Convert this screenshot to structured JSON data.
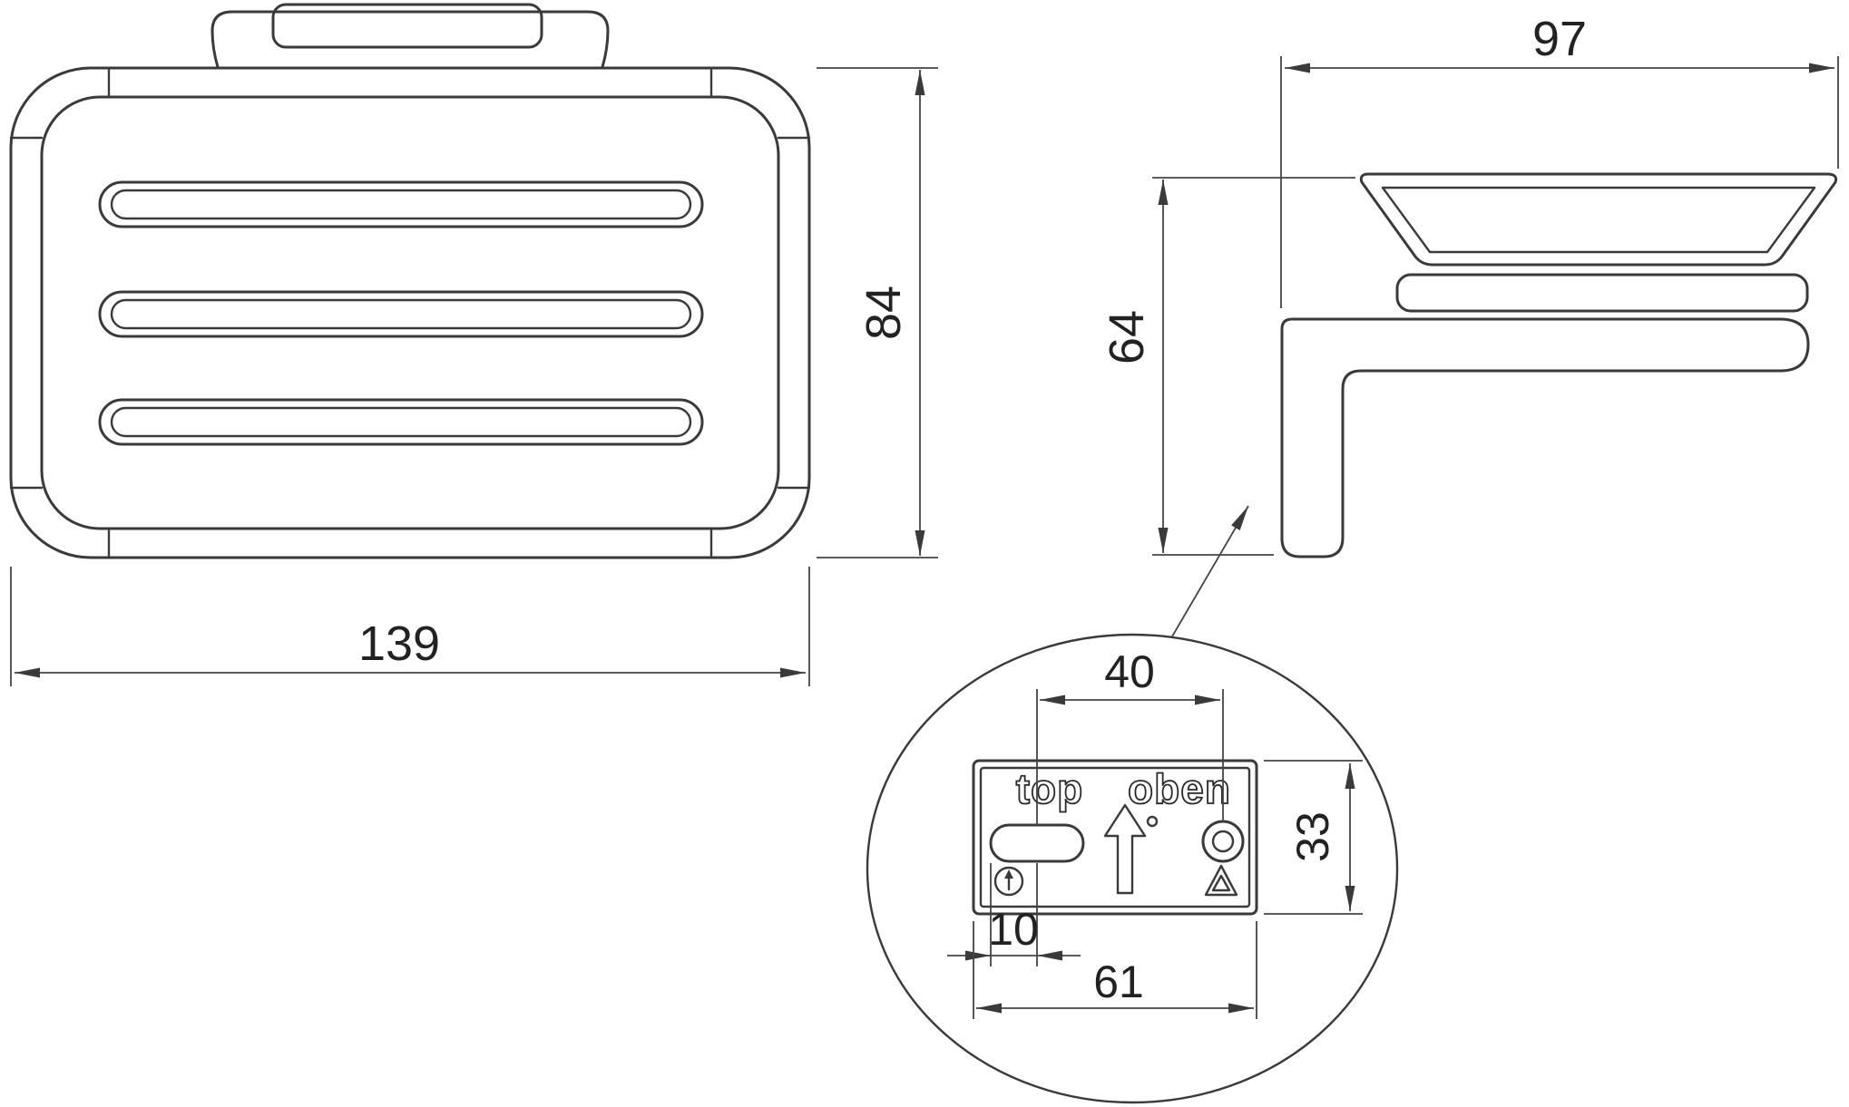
{
  "drawing": {
    "background": "#ffffff",
    "line_color": "#3a3a3a",
    "front_view": {
      "width_dim": "139",
      "height_dim": "84"
    },
    "side_view": {
      "depth_dim": "97",
      "height_dim": "64"
    },
    "detail_view": {
      "hole_spacing_dim": "40",
      "plate_height_dim": "33",
      "slot_offset_dim": "10",
      "plate_width_dim": "61",
      "orientation_label_en": "top",
      "orientation_label_de": "oben"
    }
  }
}
